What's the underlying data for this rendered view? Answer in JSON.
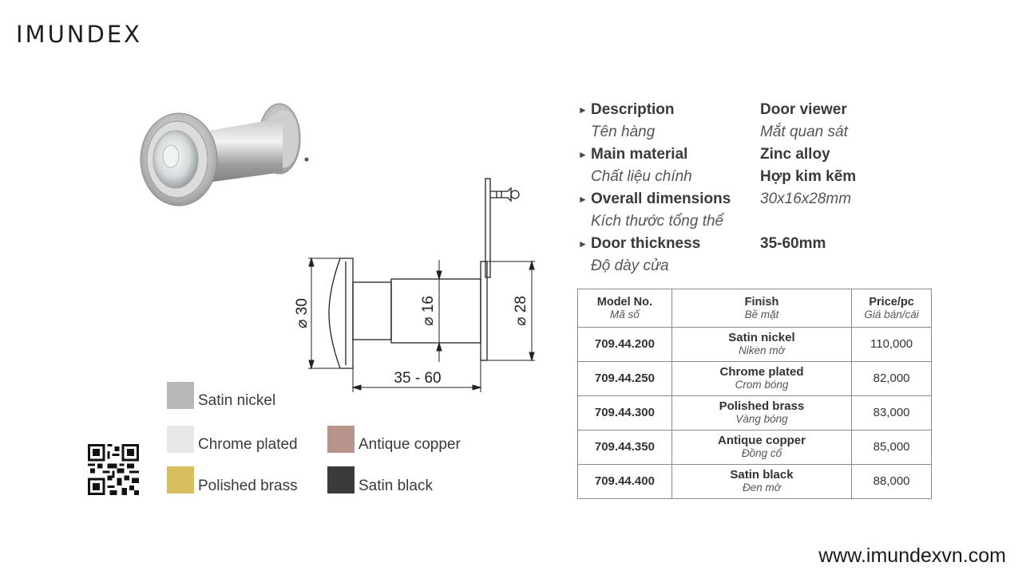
{
  "brand": {
    "logo": "IMUNDEX",
    "website": "www.imundexvn.com"
  },
  "drawing": {
    "diameter_outer": "⌀ 30",
    "diameter_barrel": "⌀ 16",
    "diameter_inner": "⌀ 28",
    "length": "35 - 60"
  },
  "specs": [
    {
      "en": "Description",
      "vi": "Tên hàng",
      "value": "Door viewer",
      "value_vi": "Mắt quan sát"
    },
    {
      "en": "Main material",
      "vi": "Chất liệu chính",
      "value": "Zinc alloy",
      "value_vi": "Hợp kim kẽm"
    },
    {
      "en": "Overall dimensions",
      "vi": "Kích thước tổng thể",
      "value": "30x16x28mm",
      "value_vi": ""
    },
    {
      "en": "Door thickness",
      "vi": "Độ dày cửa",
      "value": "35-60mm",
      "value_vi": ""
    }
  ],
  "table": {
    "headers": [
      {
        "en": "Model No.",
        "vi": "Mã số"
      },
      {
        "en": "Finish",
        "vi": "Bề mặt"
      },
      {
        "en": "Price/pc",
        "vi": "Giá bán/cái"
      }
    ],
    "rows": [
      {
        "model": "709.44.200",
        "finish": "Satin nickel",
        "finish_vi": "Niken mờ",
        "price": "110,000"
      },
      {
        "model": "709.44.250",
        "finish": "Chrome plated",
        "finish_vi": "Crom bóng",
        "price": "82,000"
      },
      {
        "model": "709.44.300",
        "finish": "Polished brass",
        "finish_vi": "Vàng bóng",
        "price": "83,000"
      },
      {
        "model": "709.44.350",
        "finish": "Antique copper",
        "finish_vi": "Đồng cổ",
        "price": "85,000"
      },
      {
        "model": "709.44.400",
        "finish": "Satin black",
        "finish_vi": "Đen mờ",
        "price": "88,000"
      }
    ]
  },
  "swatches": [
    {
      "label": "Satin nickel",
      "color": "#b8b8b8"
    },
    {
      "label": "Chrome plated",
      "color": "#e6e9e8"
    },
    {
      "label": "Antique copper",
      "color": "#b7958d"
    },
    {
      "label": "Polished brass",
      "color": "#d6bd5e"
    },
    {
      "label": "Satin black",
      "color": "#3b3b3b"
    }
  ]
}
